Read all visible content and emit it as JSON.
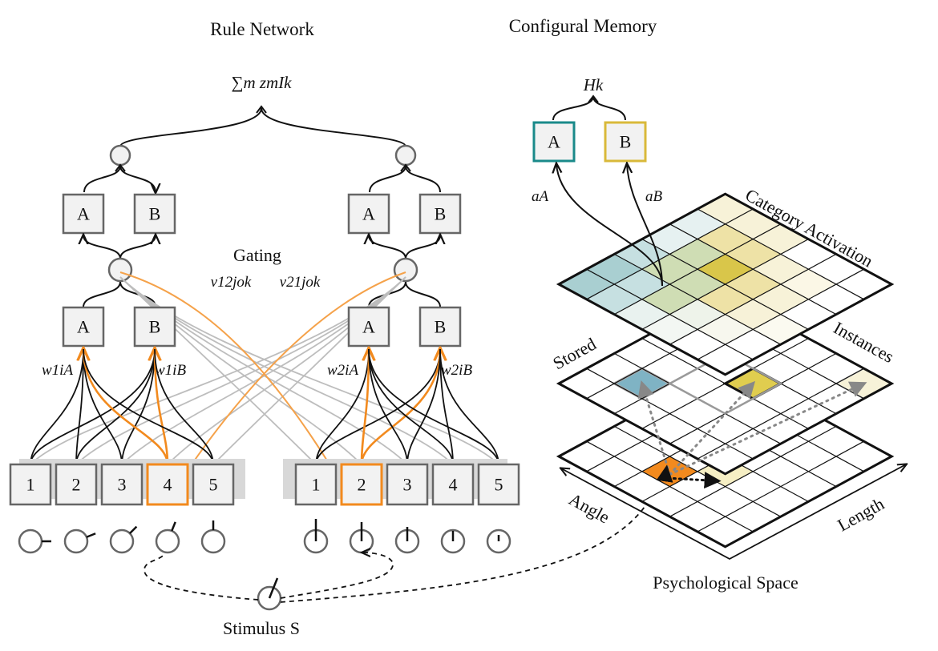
{
  "titles": {
    "left": "Rule Network",
    "right": "Configural Memory"
  },
  "labels": {
    "sum": "∑m zmIk",
    "gating": "Gating",
    "v12": "v12jok",
    "v21": "v21jok",
    "w1A": "w1iA",
    "w1B": "w1iB",
    "w2A": "w2iA",
    "w2B": "w2iB",
    "Hk": "Hk",
    "aA": "aA",
    "aB": "aB",
    "category_activation": "Category Activation",
    "stored": "Stored",
    "instances": "Instances",
    "angle": "Angle",
    "length": "Length",
    "psych_space": "Psychological Space",
    "stimulus": "Stimulus S"
  },
  "category_letters": [
    "A",
    "B"
  ],
  "input_units_left": [
    "1",
    "2",
    "3",
    "4",
    "5"
  ],
  "input_units_right": [
    "1",
    "2",
    "3",
    "4",
    "5"
  ],
  "highlight": {
    "left_unit": "4",
    "right_unit": "2"
  },
  "colors": {
    "orange": "#f28a1e",
    "teal": "#1a8a8a",
    "yellow": "#d9b93a",
    "gray": "#666666",
    "light_gray": "#bdbdbd"
  }
}
